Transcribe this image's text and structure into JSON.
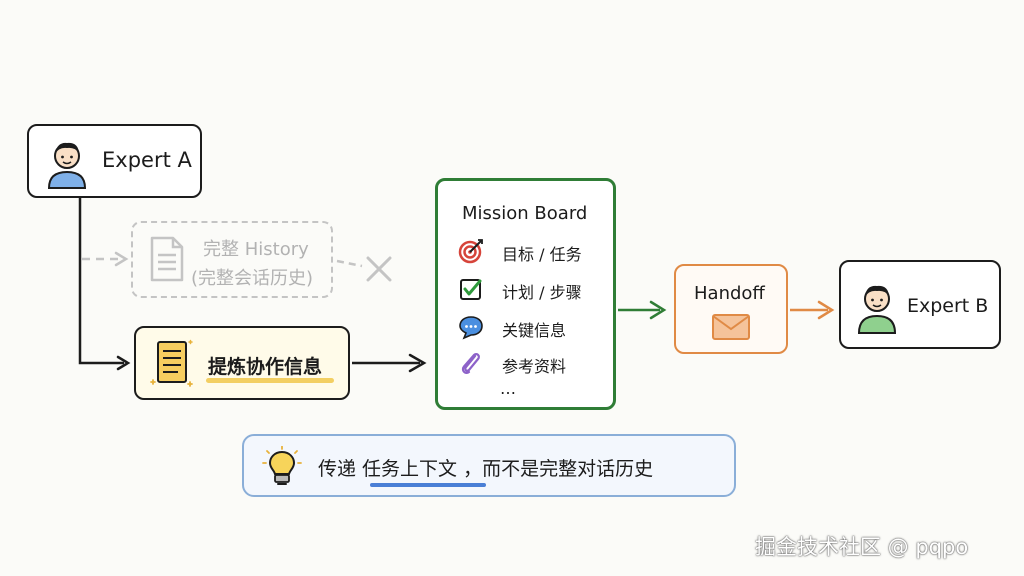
{
  "diagram": {
    "expert_a": {
      "label": "Expert A"
    },
    "history": {
      "line1": "完整 History",
      "line2": "(完整会话历史)"
    },
    "extract": {
      "label": "提炼协作信息"
    },
    "mission_board": {
      "title": "Mission Board",
      "items": [
        {
          "icon": "target-icon",
          "label": "目标 / 任务"
        },
        {
          "icon": "checkbox-icon",
          "label": "计划 / 步骤"
        },
        {
          "icon": "chat-bubble-icon",
          "label": "关键信息"
        },
        {
          "icon": "paperclip-icon",
          "label": "参考资料"
        }
      ],
      "more": "…"
    },
    "handoff": {
      "label": "Handoff",
      "icon": "envelope-icon"
    },
    "expert_b": {
      "label": "Expert B"
    },
    "note": {
      "text": "传递 任务上下文 ，而不是完整对话历史",
      "icon": "lightbulb-icon"
    },
    "colors": {
      "board_border": "#2f7d36",
      "handoff_border": "#e08a45",
      "note_border": "#8aaed8",
      "highlight_yellow": "#f3cf62",
      "underline_blue": "#4a7fd6",
      "faded_gray": "#c4c4c4"
    }
  },
  "watermark": "掘金技术社区 @ pqpo"
}
